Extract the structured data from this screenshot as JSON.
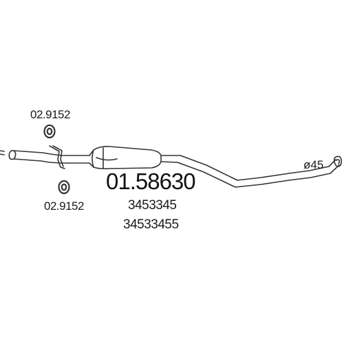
{
  "colors": {
    "line": "#333333",
    "text": "#1a1a1a",
    "background": "#ffffff"
  },
  "gasket_top": {
    "code": "02.9152",
    "icon": "gasket-ring-icon"
  },
  "gasket_bottom": {
    "code": "02.9152",
    "icon": "gasket-ring-icon"
  },
  "pipe": {
    "part_number": "01.58630",
    "oe_numbers": [
      "3453345",
      "34533455"
    ],
    "diameter_label": "ø45",
    "icon": "exhaust-middle-pipe-icon"
  }
}
